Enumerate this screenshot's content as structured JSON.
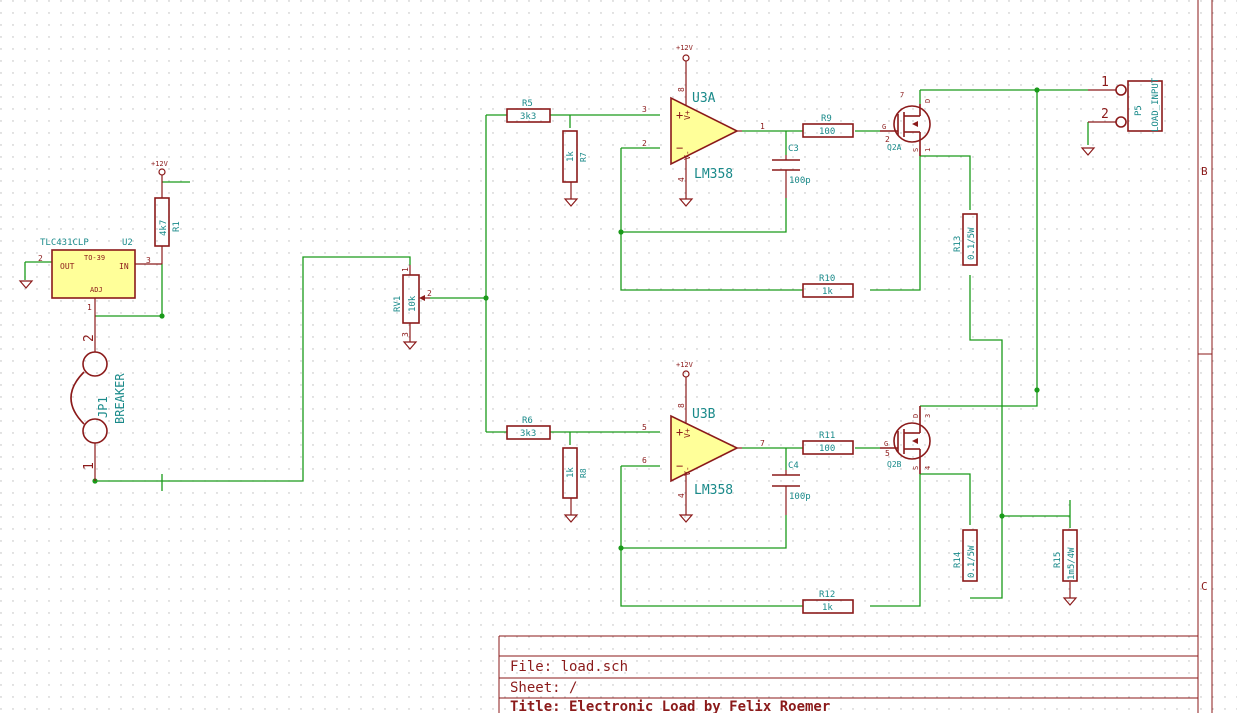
{
  "title_block": {
    "file": "File: load.sch",
    "sheet": "Sheet: /",
    "title": "Title: Electronic Load by Felix Roemer"
  },
  "border": {
    "zone_b": "B",
    "zone_c": "C"
  },
  "power": {
    "vcc": "+12V"
  },
  "components": {
    "u2": {
      "ref": "U2",
      "value": "TLC431CLP",
      "package": "TO-39",
      "out": "OUT",
      "in": "IN",
      "adj": "ADJ",
      "pin_out": "2",
      "pin_in": "3",
      "pin_adj": "1"
    },
    "r1": {
      "ref": "R1",
      "value": "4k7"
    },
    "jp1": {
      "ref": "JP1",
      "value": "BREAKER",
      "pin1": "1",
      "pin2": "2"
    },
    "rv1": {
      "ref": "RV1",
      "value": "10k",
      "pin1": "1",
      "pin2": "2",
      "pin3": "3"
    },
    "r5": {
      "ref": "R5",
      "value": "3k3"
    },
    "r6": {
      "ref": "R6",
      "value": "3k3"
    },
    "r7": {
      "ref": "R7",
      "value": "1k"
    },
    "r8": {
      "ref": "R8",
      "value": "1k"
    },
    "u3a": {
      "ref": "U3A",
      "value": "LM358",
      "pin_plus": "3",
      "pin_minus": "2",
      "pin_out": "1",
      "pin_vcc": "8",
      "pin_gnd": "4",
      "vplus": "V+",
      "vminus": "V-"
    },
    "u3b": {
      "ref": "U3B",
      "value": "LM358",
      "pin_plus": "5",
      "pin_minus": "6",
      "pin_out": "7",
      "pin_vcc": "8",
      "pin_gnd": "4",
      "vplus": "V+",
      "vminus": "V-"
    },
    "c3": {
      "ref": "C3",
      "value": "100p"
    },
    "c4": {
      "ref": "C4",
      "value": "100p"
    },
    "r9": {
      "ref": "R9",
      "value": "100"
    },
    "r11": {
      "ref": "R11",
      "value": "100"
    },
    "r10": {
      "ref": "R10",
      "value": "1k"
    },
    "r12": {
      "ref": "R12",
      "value": "1k"
    },
    "q2a": {
      "ref": "Q2A",
      "pin_g": "2",
      "pin_d": "7",
      "pin_s": "1",
      "g": "G",
      "d": "D",
      "s": "S"
    },
    "q2b": {
      "ref": "Q2B",
      "pin_g": "5",
      "pin_d": "3",
      "pin_s": "4",
      "g": "G",
      "d": "D",
      "s": "S"
    },
    "r13": {
      "ref": "R13",
      "value": "0.1/5W"
    },
    "r14": {
      "ref": "R14",
      "value": "0.1/5W"
    },
    "r15": {
      "ref": "R15",
      "value": "1m5/4W"
    },
    "p5": {
      "ref": "P5",
      "value": "LOAD_INPUT",
      "pin1": "1",
      "pin2": "2"
    }
  }
}
